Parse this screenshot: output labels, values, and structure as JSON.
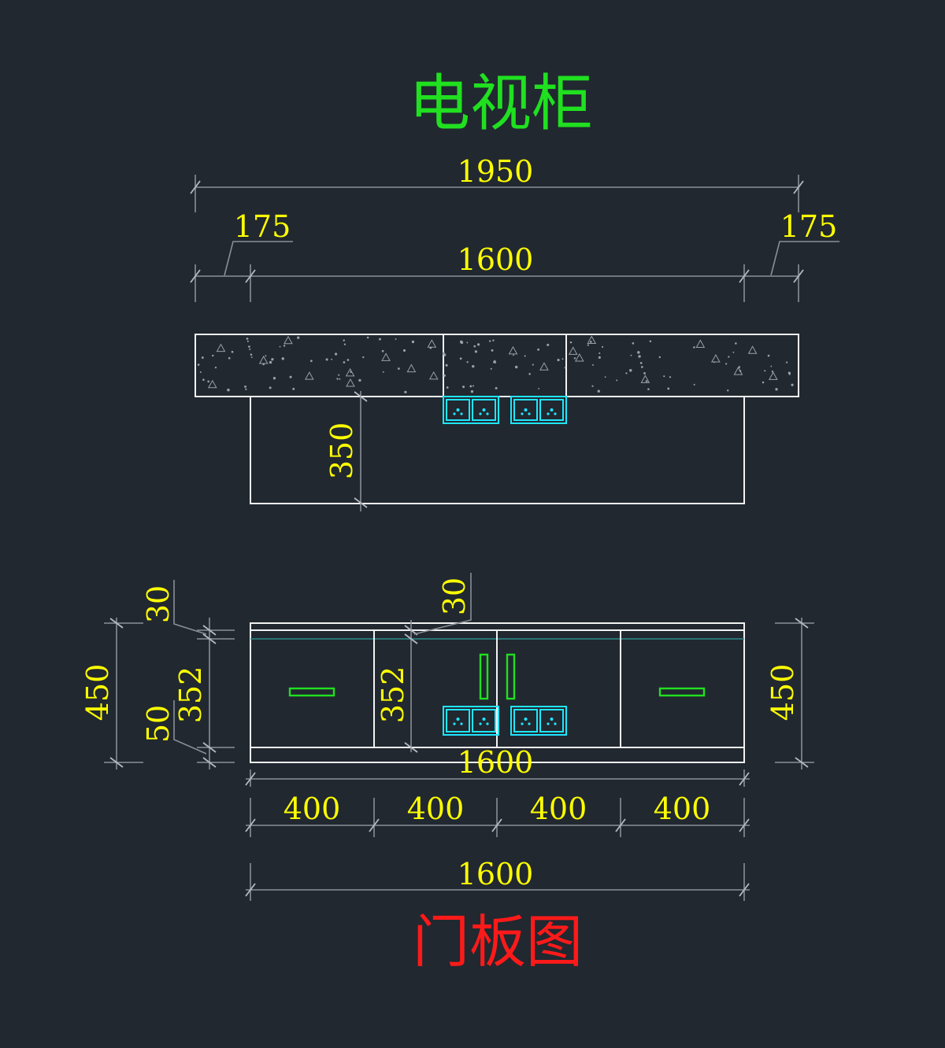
{
  "title": "电视柜",
  "bottom_title": "门板图",
  "colors": {
    "background": "#212830",
    "title": "#20e020",
    "bottom_title": "#ff1a1a",
    "dimension_text": "#ffff00",
    "outline": "#f2f2f2",
    "socket": "#1ee6ff",
    "handle": "#20e020"
  },
  "plan_dims": {
    "overall": "1950",
    "left_overhang": "175",
    "right_overhang": "175",
    "body_width": "1600",
    "depth": "350"
  },
  "elevation_dims": {
    "height_left": "450",
    "height_right": "450",
    "top_gap_left": "30",
    "top_gap_center": "30",
    "door_height_left": "352",
    "door_height_center": "352",
    "plinth": "50",
    "inner_width": "1600",
    "door_widths": [
      "400",
      "400",
      "400",
      "400"
    ],
    "total_width": "1600"
  },
  "icons": [
    "socket-icon",
    "door-handle-icon"
  ]
}
